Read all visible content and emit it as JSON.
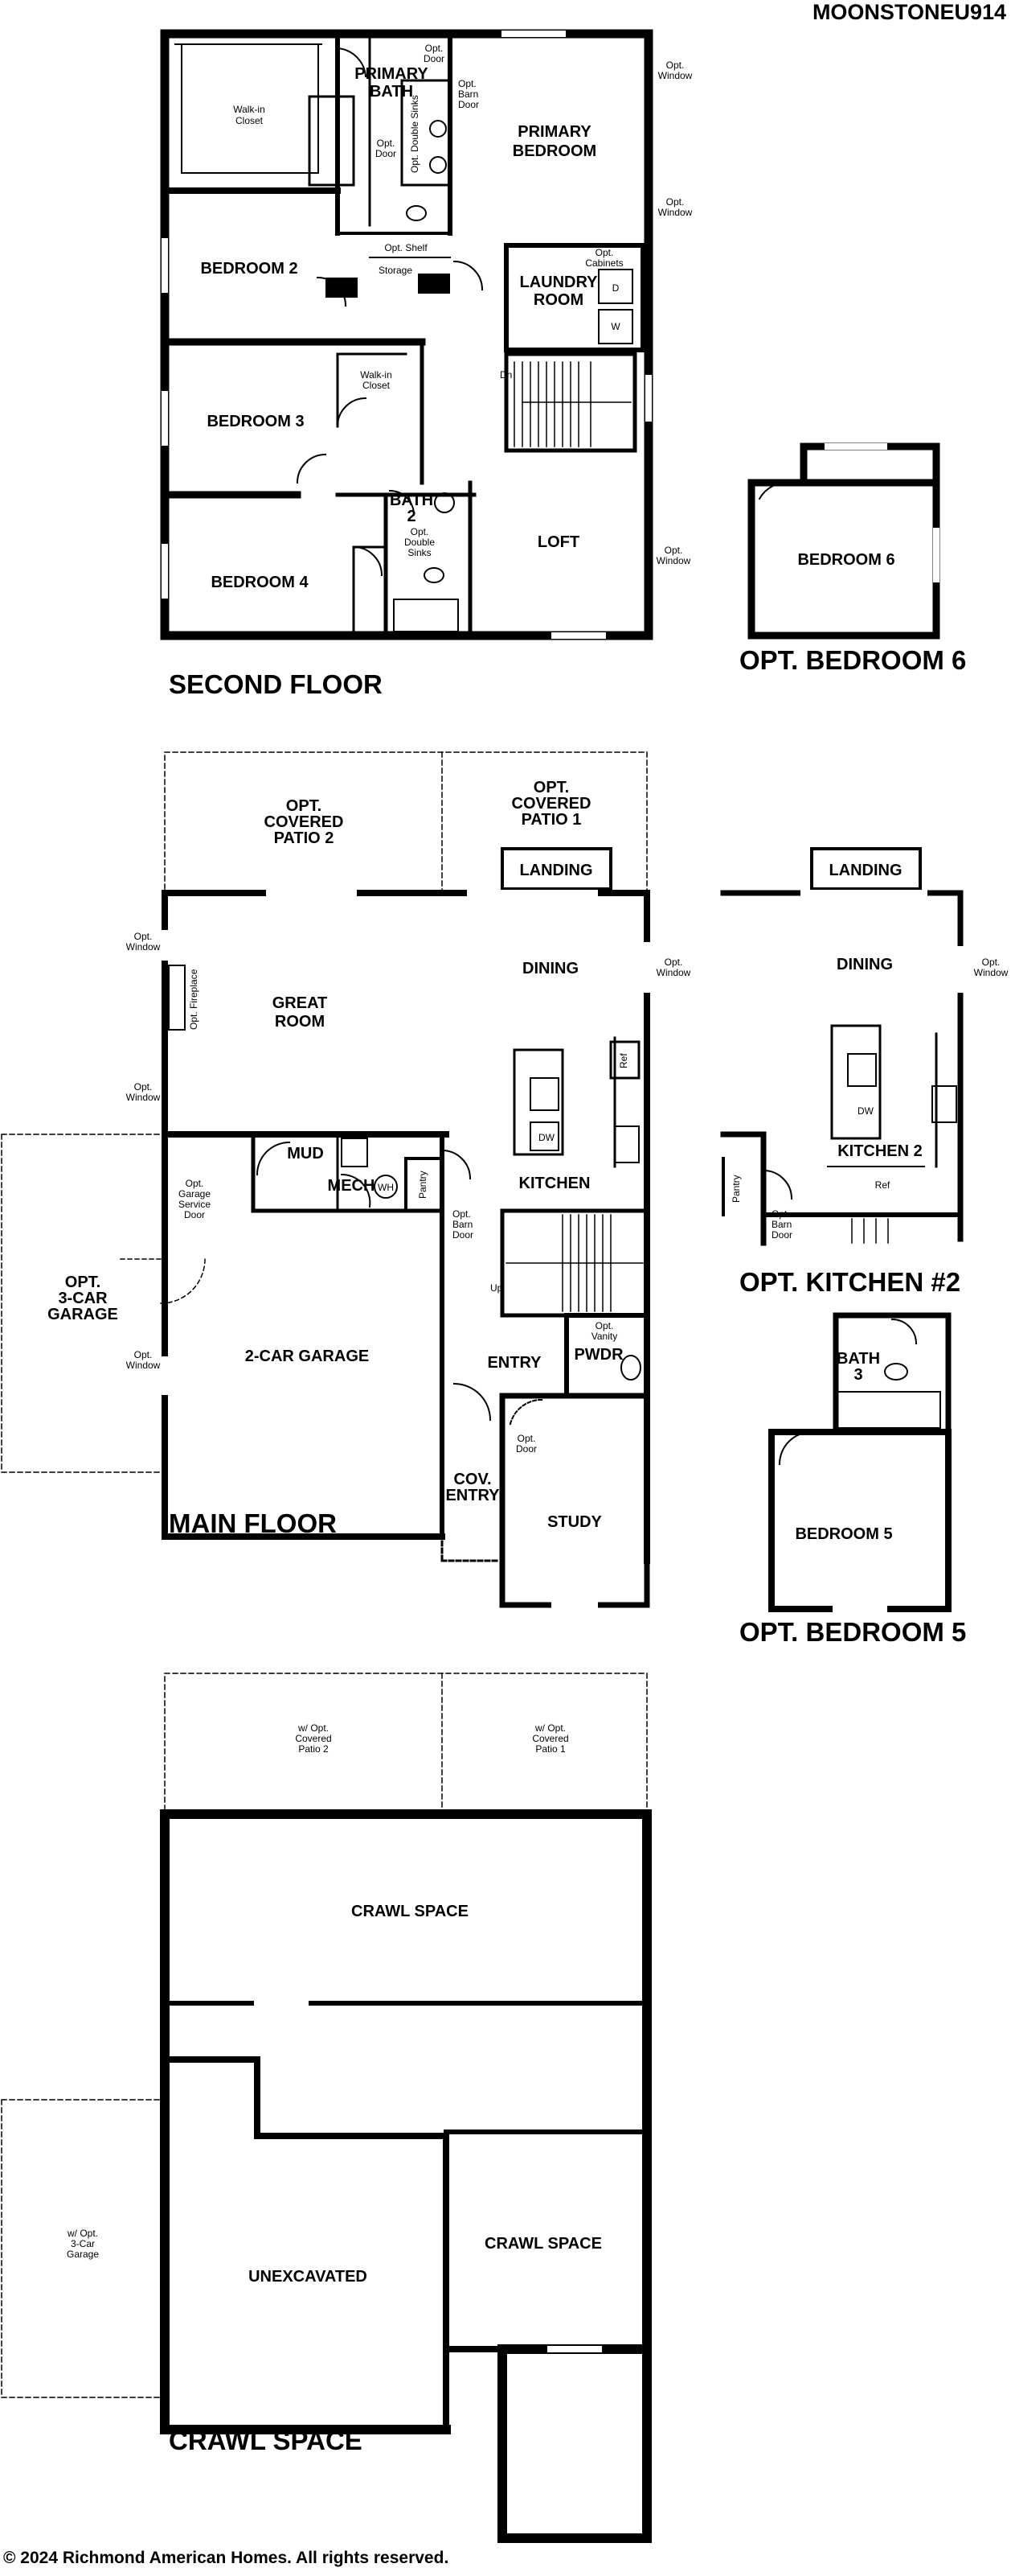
{
  "header": {
    "model_code": "MOONSTONEU914"
  },
  "footer": {
    "copyright": "© 2024 Richmond American Homes. All rights reserved."
  },
  "sections": {
    "second_floor": "SECOND FLOOR",
    "opt_bedroom_6": "OPT. BEDROOM 6",
    "main_floor": "MAIN FLOOR",
    "opt_kitchen_2": "OPT. KITCHEN #2",
    "opt_bedroom_5": "OPT. BEDROOM 5",
    "crawl_space": "CRAWL SPACE"
  },
  "second_floor": {
    "walkin_closet": [
      "Walk-in",
      "Closet"
    ],
    "primary_bath": [
      "PRIMARY",
      "BATH"
    ],
    "opt_door_top": [
      "Opt.",
      "Door"
    ],
    "opt_barn_door": [
      "Opt.",
      "Barn",
      "Door"
    ],
    "opt_door": [
      "Opt.",
      "Door"
    ],
    "opt_double_sinks": "Opt. Double Sinks",
    "primary_bedroom": [
      "PRIMARY",
      "BEDROOM"
    ],
    "opt_window_1": [
      "Opt.",
      "Window"
    ],
    "opt_window_2": [
      "Opt.",
      "Window"
    ],
    "opt_shelf": "Opt. Shelf",
    "storage": "Storage",
    "bedroom_2": "BEDROOM 2",
    "laundry_room": [
      "LAUNDRY",
      "ROOM"
    ],
    "opt_cabinets": [
      "Opt.",
      "Cabinets"
    ],
    "d": "D",
    "w": "W",
    "walkin_closet_2": [
      "Walk-in",
      "Closet"
    ],
    "dn": "Dn",
    "bedroom_3": "BEDROOM 3",
    "bath_2": [
      "BATH",
      "2"
    ],
    "opt_double_sinks_2": [
      "Opt.",
      "Double",
      "Sinks"
    ],
    "loft": "LOFT",
    "opt_window_3": [
      "Opt.",
      "Window"
    ],
    "bedroom_4": "BEDROOM 4",
    "bedroom_6": "BEDROOM 6"
  },
  "main_floor": {
    "opt_covered_patio_2": [
      "OPT.",
      "COVERED",
      "PATIO 2"
    ],
    "opt_covered_patio_1": [
      "OPT.",
      "COVERED",
      "PATIO 1"
    ],
    "landing": "LANDING",
    "dining": "DINING",
    "opt_window_left_1": [
      "Opt.",
      "Window"
    ],
    "opt_window_right": [
      "Opt.",
      "Window"
    ],
    "great_room": [
      "GREAT",
      "ROOM"
    ],
    "opt_fireplace": "Opt. Fireplace",
    "opt_window_left_2": [
      "Opt.",
      "Window"
    ],
    "ref": "Ref",
    "dw": "DW",
    "mud": "MUD",
    "mech": "MECH",
    "wh": "WH",
    "pantry": "Pantry",
    "opt_barn_door": [
      "Opt.",
      "Barn",
      "Door"
    ],
    "kitchen": "KITCHEN",
    "opt_garage_service_door": [
      "Opt.",
      "Garage",
      "Service",
      "Door"
    ],
    "opt_3car_garage": [
      "OPT.",
      "3-CAR",
      "GARAGE"
    ],
    "up": "Up",
    "opt_window_garage": [
      "Opt.",
      "Window"
    ],
    "two_car_garage": "2-CAR GARAGE",
    "entry": "ENTRY",
    "opt_vanity": [
      "Opt.",
      "Vanity"
    ],
    "pwdr": "PWDR",
    "opt_door": [
      "Opt.",
      "Door"
    ],
    "cov_entry": [
      "COV.",
      "ENTRY"
    ],
    "study": "STUDY"
  },
  "opt_kitchen": {
    "landing": "LANDING",
    "dining": "DINING",
    "opt_window": [
      "Opt.",
      "Window"
    ],
    "dw": "DW",
    "kitchen_2": "KITCHEN 2",
    "ref": "Ref",
    "pantry": "Pantry",
    "opt_barn_door": [
      "Opt.",
      "Barn",
      "Door"
    ]
  },
  "opt_bedroom5": {
    "bath_3": [
      "BATH",
      "3"
    ],
    "bedroom_5": "BEDROOM 5"
  },
  "crawl": {
    "patio_2": [
      "w/ Opt.",
      "Covered",
      "Patio 2"
    ],
    "patio_1": [
      "w/ Opt.",
      "Covered",
      "Patio 1"
    ],
    "crawl_space_top": "CRAWL SPACE",
    "garage_3car": [
      "w/ Opt.",
      "3-Car",
      "Garage"
    ],
    "unexcavated": "UNEXCAVATED",
    "crawl_space_right": "CRAWL SPACE"
  }
}
